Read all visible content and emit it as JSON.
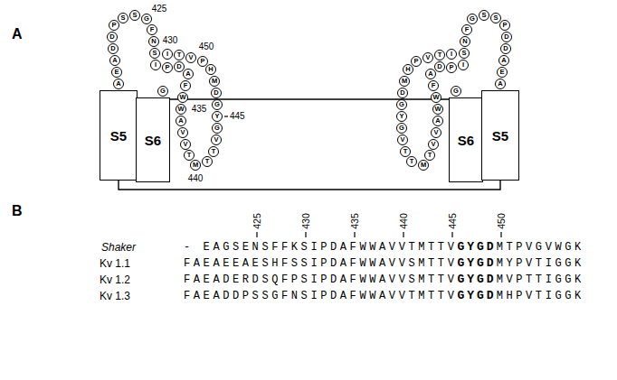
{
  "diagram": {
    "nodes": [
      {
        "text": [
          "S5"
        ]
      },
      {
        "text": [
          "S6"
        ]
      },
      {
        "text": [
          "S6"
        ]
      },
      {
        "text": [
          "S5"
        ]
      },
      {
        "text": [
          "A"
        ]
      },
      {
        "text": [
          "E"
        ]
      },
      {
        "text": [
          "A"
        ]
      },
      {
        "text": [
          "D"
        ]
      },
      {
        "text": [
          "D"
        ]
      },
      {
        "text": [
          "P"
        ]
      },
      {
        "text": [
          "S"
        ]
      },
      {
        "text": [
          "S"
        ]
      },
      {
        "text": [
          "G"
        ]
      },
      {
        "text": [
          "F"
        ]
      },
      {
        "text": [
          "N"
        ]
      },
      {
        "text": [
          "S"
        ]
      },
      {
        "text": [
          "I"
        ]
      },
      {
        "text": [
          "P"
        ]
      },
      {
        "text": [
          "D"
        ]
      },
      {
        "text": [
          "A"
        ]
      },
      {
        "text": [
          "F"
        ]
      },
      {
        "text": [
          "W"
        ]
      },
      {
        "text": [
          "W"
        ]
      },
      {
        "text": [
          "A"
        ]
      },
      {
        "text": [
          "V"
        ]
      },
      {
        "text": [
          "V"
        ]
      },
      {
        "text": [
          "T"
        ]
      },
      {
        "text": [
          "M"
        ]
      },
      {
        "text": [
          "T"
        ]
      },
      {
        "text": [
          "T"
        ]
      },
      {
        "text": [
          "V"
        ]
      },
      {
        "text": [
          "G"
        ]
      },
      {
        "text": [
          "Y"
        ]
      },
      {
        "text": [
          "G"
        ]
      },
      {
        "text": [
          "D"
        ]
      },
      {
        "text": [
          "M"
        ]
      },
      {
        "text": [
          "H"
        ]
      },
      {
        "text": [
          "P"
        ]
      },
      {
        "text": [
          "V"
        ]
      },
      {
        "text": [
          "T"
        ]
      },
      {
        "text": [
          "I"
        ]
      },
      {
        "text": [
          "G"
        ]
      },
      {
        "text": [
          "A"
        ]
      },
      {
        "text": [
          "E"
        ]
      },
      {
        "text": [
          "A"
        ]
      },
      {
        "text": [
          "D"
        ]
      },
      {
        "text": [
          "D"
        ]
      },
      {
        "text": [
          "P"
        ]
      },
      {
        "text": [
          "S"
        ]
      },
      {
        "text": [
          "S"
        ]
      },
      {
        "text": [
          "G"
        ]
      },
      {
        "text": [
          "F"
        ]
      },
      {
        "text": [
          "N"
        ]
      },
      {
        "text": [
          "S"
        ]
      },
      {
        "text": [
          "I"
        ]
      },
      {
        "text": [
          "P"
        ]
      },
      {
        "text": [
          "D"
        ]
      },
      {
        "text": [
          "A"
        ]
      },
      {
        "text": [
          "F"
        ]
      },
      {
        "text": [
          "W"
        ]
      },
      {
        "text": [
          "W"
        ]
      },
      {
        "text": [
          "A"
        ]
      },
      {
        "text": [
          "V"
        ]
      },
      {
        "text": [
          "V"
        ]
      },
      {
        "text": [
          "T"
        ]
      },
      {
        "text": [
          "M"
        ]
      },
      {
        "text": [
          "T"
        ]
      },
      {
        "text": [
          "T"
        ]
      },
      {
        "text": [
          "V"
        ]
      },
      {
        "text": [
          "G"
        ]
      },
      {
        "text": [
          "Y"
        ]
      },
      {
        "text": [
          "G"
        ]
      },
      {
        "text": [
          "D"
        ]
      },
      {
        "text": [
          "M"
        ]
      },
      {
        "text": [
          "H"
        ]
      },
      {
        "text": [
          "P"
        ]
      },
      {
        "text": [
          "V"
        ]
      },
      {
        "text": [
          "T"
        ]
      },
      {
        "text": [
          "I"
        ]
      },
      {
        "text": [
          "G"
        ]
      }
    ],
    "edges": [
      {
        "from": 1,
        "to": 2,
        "arrow": "none"
      },
      {
        "from": 0,
        "to": 3,
        "arrow": "none"
      }
    ],
    "labels": [
      "A",
      "425",
      "430",
      "435",
      "440",
      "445",
      "450",
      "B",
      "425",
      "430",
      "435",
      "440",
      "445",
      "450",
      "Shaker",
      "- EAGSENSFFKSIPDAFWWAVVTMTTV",
      "GYGD",
      "MTPVGVWGK",
      "Kv 1.1",
      "FAEAEEAESHFSSIPDAFWWAVVSMTTV",
      "GYGD",
      "MYPVTIGGK",
      "Kv 1.2",
      "FAEADERDSQFPSIPDAFWWAVVSMTTV",
      "GYGD",
      "MVPTTIGGK",
      "Kv 1.3",
      "FAEADDPSSGFNSIPDAFWWAVVTMTTV",
      "GYGD",
      "MHPVTIGGK"
    ]
  }
}
